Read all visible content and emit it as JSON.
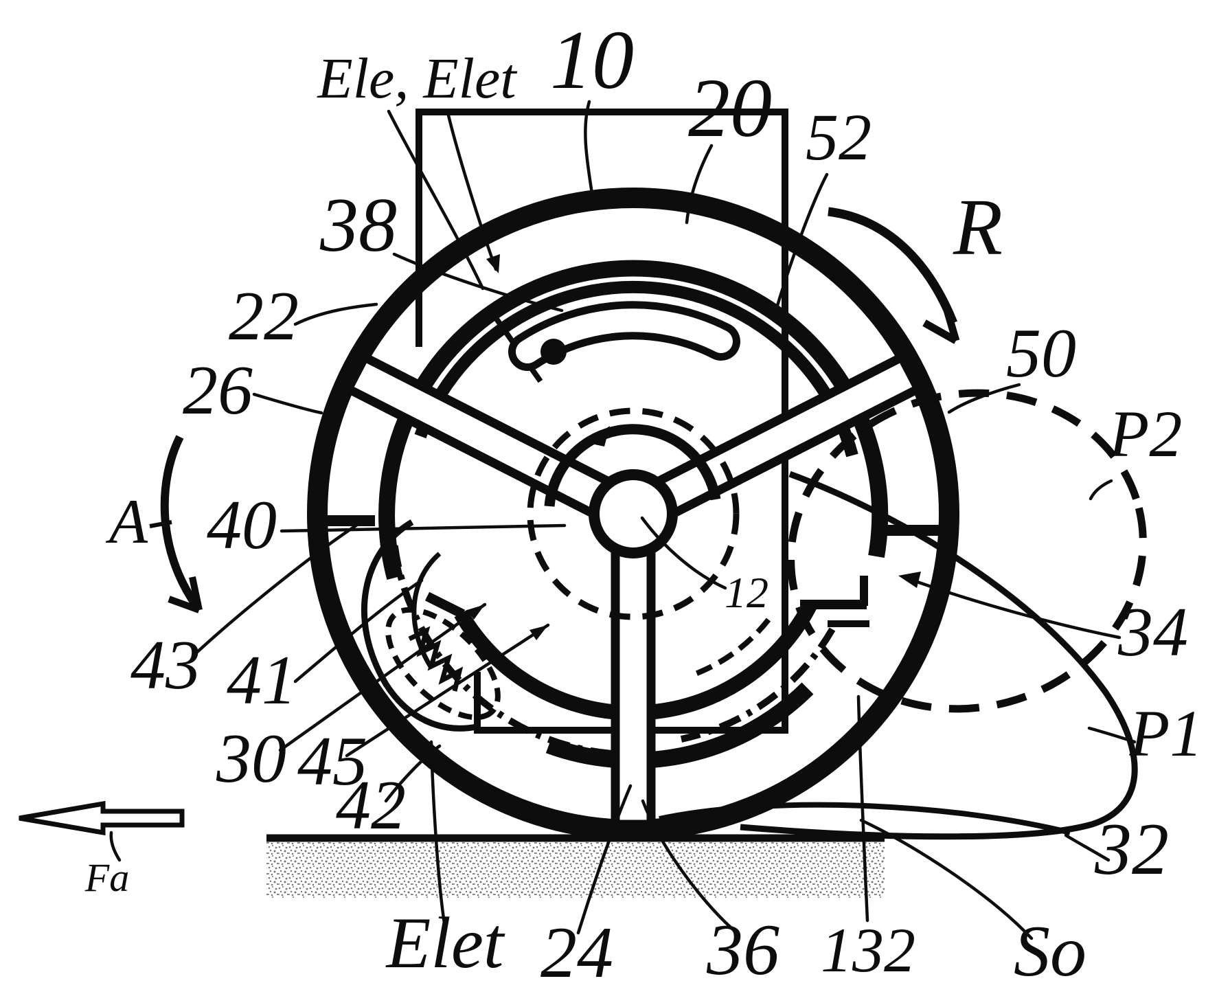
{
  "figure": {
    "kind": "patent line drawing",
    "content": "wheel mechanism with housing rolling on a stippled ground surface"
  },
  "colors": {
    "ink": "#0d0d0d",
    "paper": "#ffffff"
  },
  "labels": {
    "ele_elet": "Ele, Elet",
    "n10": "10",
    "n20": "20",
    "n52": "52",
    "r": "R",
    "n38": "38",
    "n22": "22",
    "n26": "26",
    "a": "A",
    "n40": "40",
    "n43": "43",
    "n41": "41",
    "n30": "30",
    "n45": "45",
    "n42": "42",
    "n50": "50",
    "p2": "P2",
    "n34": "34",
    "p1": "P1",
    "n32": "32",
    "n12": "12",
    "fa": "Fa",
    "elet_bottom": "Elet",
    "n24": "24",
    "n36": "36",
    "n132": "132",
    "so": "So"
  }
}
